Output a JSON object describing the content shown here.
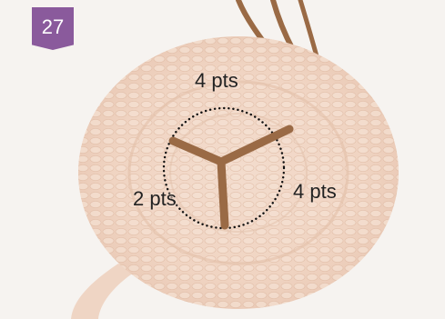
{
  "step_badge": {
    "number": "27",
    "color": "#8a5a9c"
  },
  "annotations": {
    "top": "4 pts",
    "left": "2 pts",
    "right": "4 pts"
  },
  "colors": {
    "background": "#f6f3f0",
    "yarn_base": "#f2d8c7",
    "embroidery": "#9a6a45"
  }
}
